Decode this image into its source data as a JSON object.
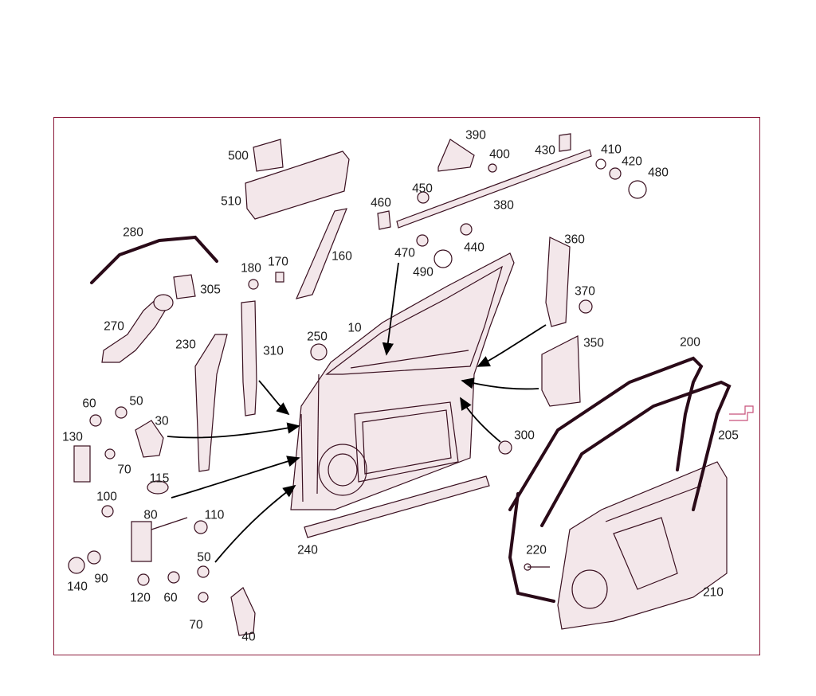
{
  "diagram": {
    "accent_color": "#8b1a3a",
    "callouts": [
      "10",
      "30",
      "40",
      "50",
      "50",
      "60",
      "60",
      "70",
      "70",
      "80",
      "90",
      "100",
      "110",
      "115",
      "120",
      "130",
      "140",
      "160",
      "170",
      "180",
      "200",
      "205",
      "210",
      "220",
      "230",
      "240",
      "250",
      "270",
      "280",
      "300",
      "305",
      "310",
      "350",
      "360",
      "370",
      "380",
      "390",
      "400",
      "410",
      "420",
      "430",
      "440",
      "450",
      "460",
      "470",
      "480",
      "490",
      "500",
      "510"
    ]
  }
}
